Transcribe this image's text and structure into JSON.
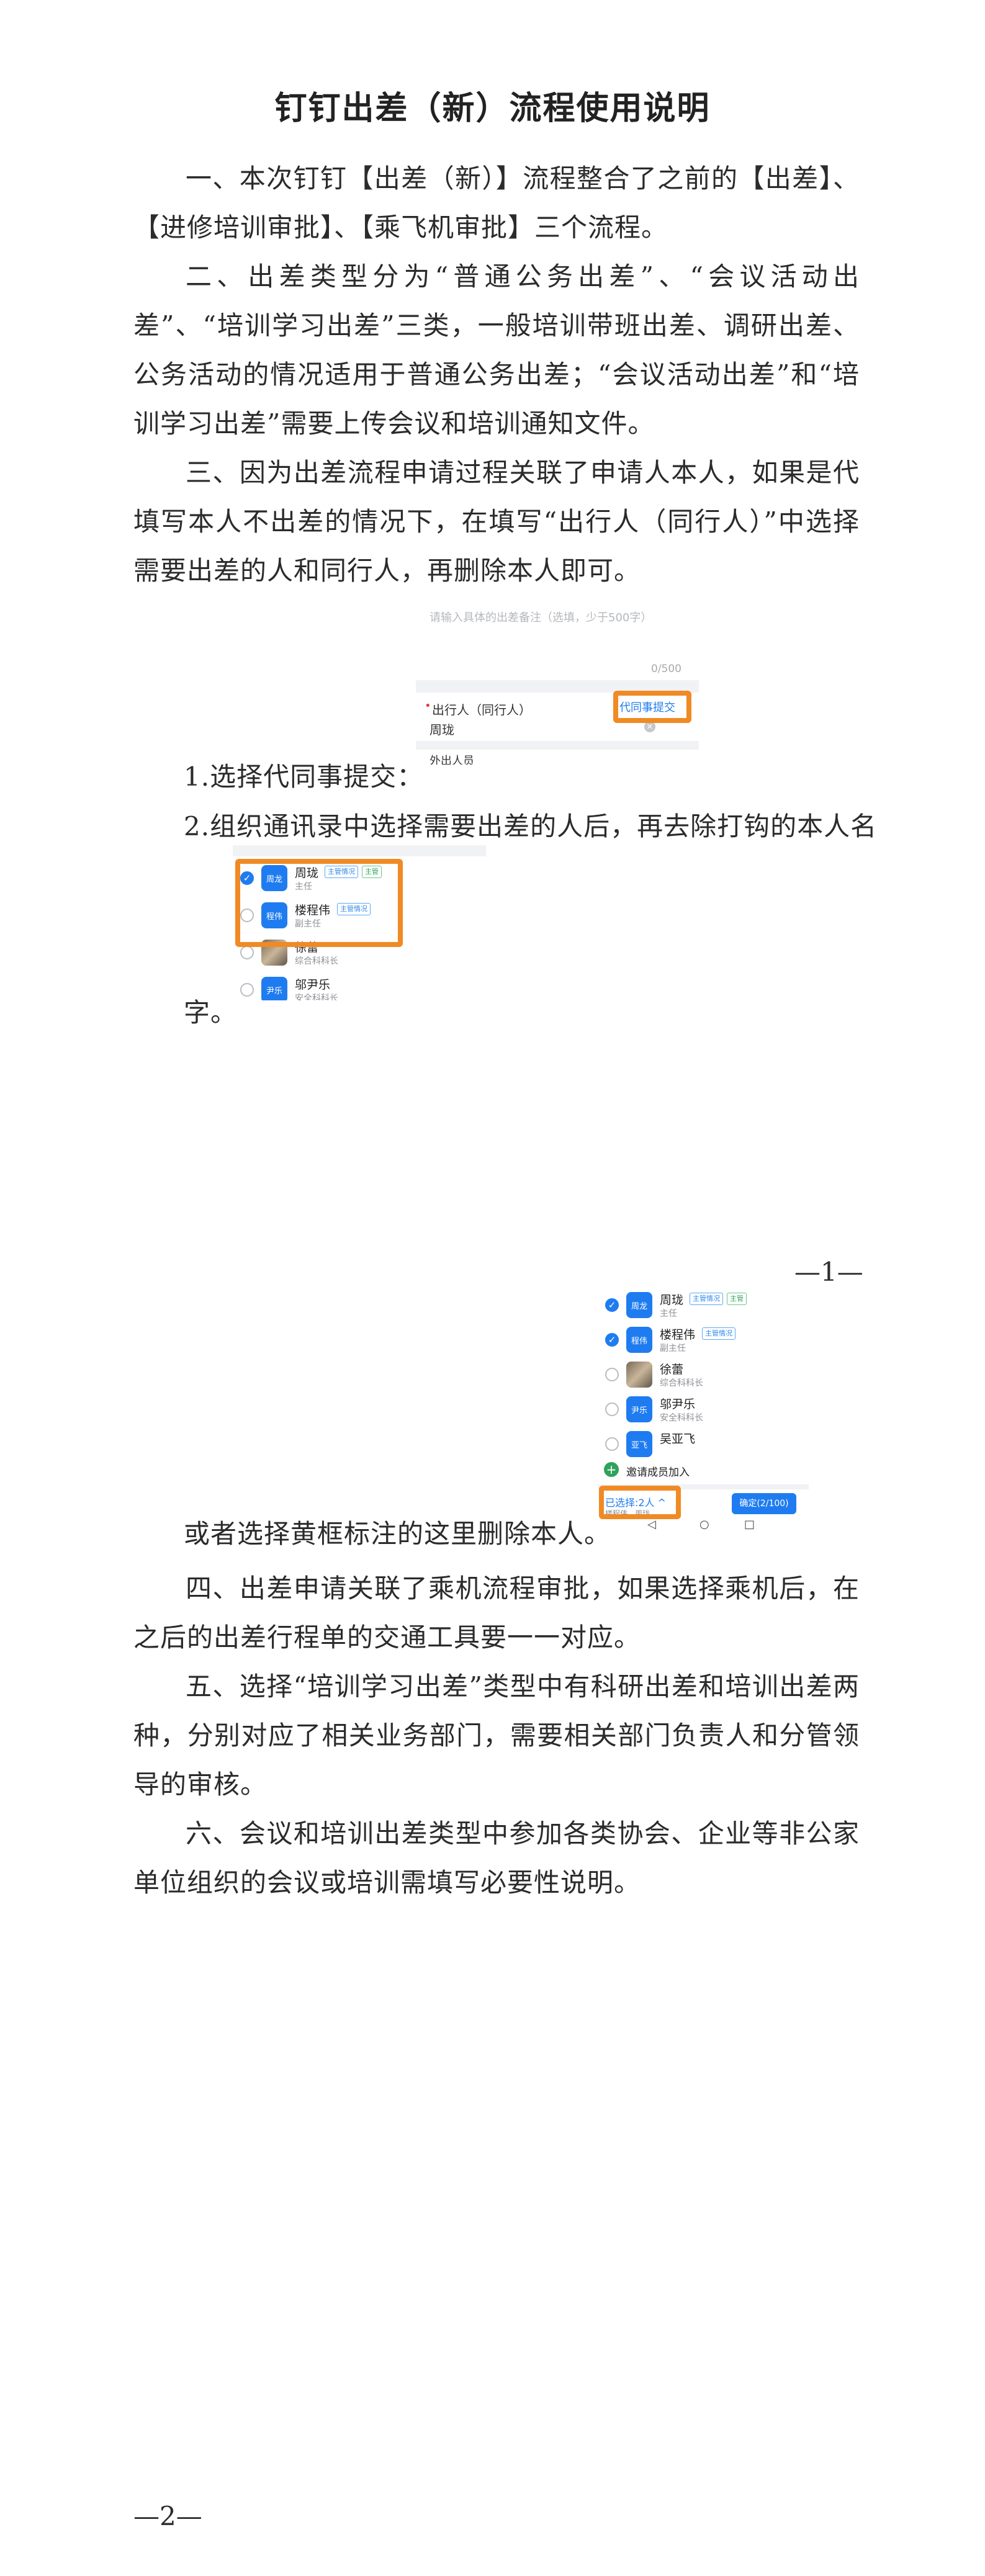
{
  "document": {
    "title": "钉钉出差（新）流程使用说明",
    "p1": "一、本次钉钉【出差（新）】流程整合了之前的【出差】、【进修培训审批】、【乘飞机审批】三个流程。",
    "p2": "二、出差类型分为“普通公务出差”、“会议活动出差”、“培训学习出差”三类，一般培训带班出差、调研出差、公务活动的情况适用于普通公务出差；“会议活动出差”和“培训学习出差”需要上传会议和培训通知文件。",
    "p3": "三、因为出差流程申请过程关联了申请人本人，如果是代填写本人不出差的情况下，在填写“出行人（同行人）”中选择需要出差的人和同行人，再删除本人即可。",
    "step1": "1.选择代同事提交：",
    "step2_a": "2.组织通讯录中选择需要出差的人后，再去除打钩的本人名",
    "step2_b": "字。",
    "step3": "或者选择黄框标注的这里删除本人。",
    "p4": "四、出差申请关联了乘机流程审批，如果选择乘机后，在之后的出差行程单的交通工具要一一对应。",
    "p5": "五、选择“培训学习出差”类型中有科研出差和培训出差两种，分别对应了相关业务部门，需要相关部门负责人和分管领导的审核。",
    "p6": "六、会议和培训出差类型中参加各类协会、企业等非公家单位组织的会议或培训需填写必要性说明。",
    "page1": "—1—",
    "page2": "—2—"
  },
  "shot1": {
    "hint": "请输入具体的出差备注（选填，少于500字）",
    "counter": "0/500",
    "field_label": "出行人（同行人）",
    "required_mark": "•",
    "button": "代同事提交",
    "person": "周珑",
    "next_label": "外出人员"
  },
  "shot2": {
    "rows": [
      {
        "avatar": "周龙",
        "name": "周珑",
        "title": "主任",
        "tags": [
          "主管情况",
          "主管"
        ],
        "checked": true
      },
      {
        "avatar": "程伟",
        "name": "楼程伟",
        "title": "副主任",
        "tags": [
          "主管情况"
        ],
        "checked": false
      },
      {
        "avatar": "",
        "name": "徐蕾",
        "title": "综合科科长",
        "tags": [],
        "checked": false
      },
      {
        "avatar": "尹乐",
        "name": "邬尹乐",
        "title": "安全科科长",
        "tags": [],
        "checked": false
      }
    ]
  },
  "shot3": {
    "rows": [
      {
        "avatar": "周龙",
        "name": "周珑",
        "title": "主任",
        "tags": [
          "主管情况",
          "主管"
        ],
        "checked": true
      },
      {
        "avatar": "程伟",
        "name": "楼程伟",
        "title": "副主任",
        "tags": [
          "主管情况"
        ],
        "checked": true
      },
      {
        "avatar": "",
        "name": "徐蕾",
        "title": "综合科科长",
        "tags": [],
        "checked": false
      },
      {
        "avatar": "尹乐",
        "name": "邬尹乐",
        "title": "安全科科长",
        "tags": [],
        "checked": false
      },
      {
        "avatar": "亚飞",
        "name": "吴亚飞",
        "title": "",
        "tags": [],
        "checked": false
      }
    ],
    "invite": "邀请成员加入",
    "selected": "已选择:2人 ^",
    "selected_names": "楼程伟、周珑",
    "confirm": "确定(2/100)",
    "nav": [
      "◁",
      "○",
      "□"
    ]
  },
  "colors": {
    "highlight": "#f08a24",
    "accent": "#1f7cf0"
  }
}
